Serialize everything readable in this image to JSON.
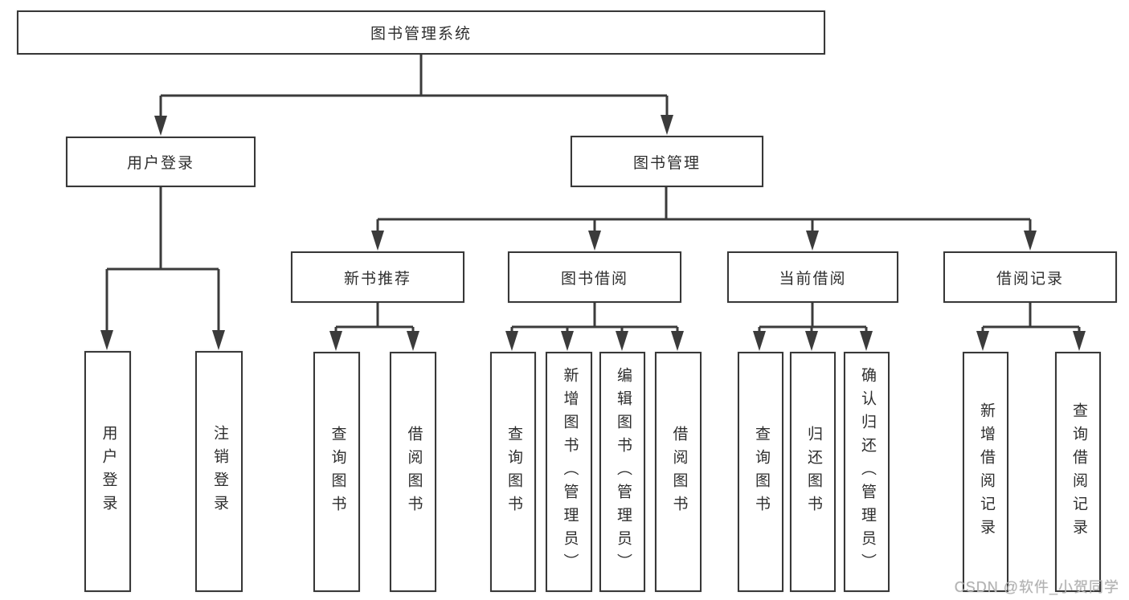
{
  "title": {
    "label": "图书管理系统"
  },
  "level2": {
    "user_login": {
      "label": "用户登录"
    },
    "book_mgmt": {
      "label": "图书管理"
    }
  },
  "level3": {
    "new_book_rec": {
      "label": "新书推荐"
    },
    "book_borrow": {
      "label": "图书借阅"
    },
    "current_borrow": {
      "label": "当前借阅"
    },
    "borrow_record": {
      "label": "借阅记录"
    }
  },
  "leaves": {
    "user_login": {
      "label": "用户登录"
    },
    "logout": {
      "label": "注销登录"
    },
    "rec_query": {
      "label": "查询图书"
    },
    "rec_borrow": {
      "label": "借阅图书"
    },
    "bb_query": {
      "label": "查询图书"
    },
    "bb_add": {
      "label": "新增图书（管理员）"
    },
    "bb_edit": {
      "label": "编辑图书（管理员）"
    },
    "bb_borrow": {
      "label": "借阅图书"
    },
    "cb_query": {
      "label": "查询图书"
    },
    "cb_return": {
      "label": "归还图书"
    },
    "cb_confirm": {
      "label": "确认归还（管理员）"
    },
    "br_add": {
      "label": "新增借阅记录"
    },
    "br_query": {
      "label": "查询借阅记录"
    }
  },
  "watermark": {
    "text": "CSDN @软件_小贺同学"
  },
  "colors": {
    "line": "#3b3b3b",
    "box_border": "#383838",
    "box_fill": "#ffffff",
    "text": "#2e2e2e",
    "watermark": "#b1b1b1"
  }
}
